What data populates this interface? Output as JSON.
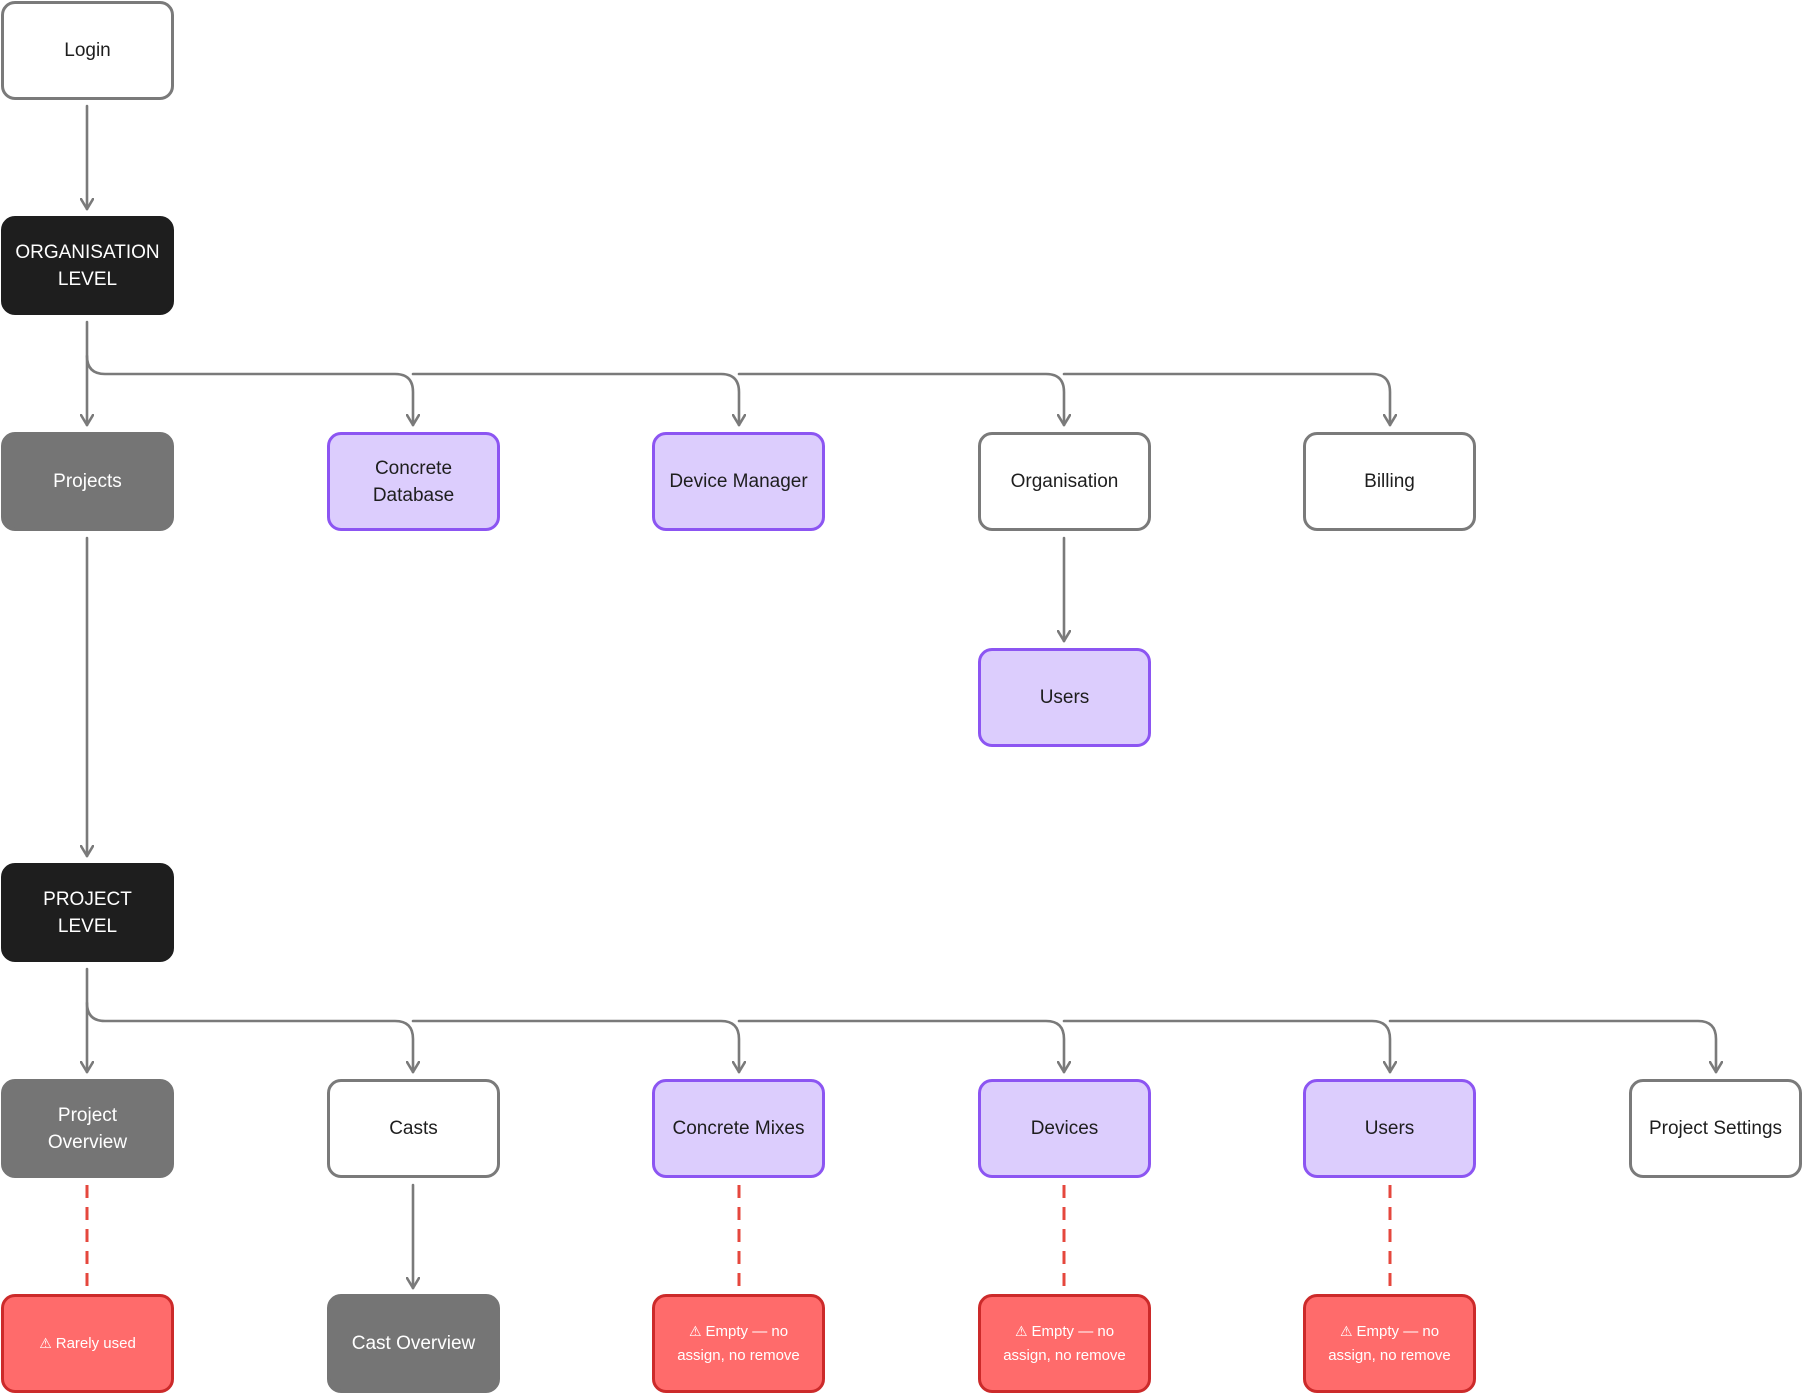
{
  "nodes": {
    "login": "Login",
    "organisation_level": "ORGANISATION LEVEL",
    "projects": "Projects",
    "concrete_database": "Concrete Database",
    "device_manager": "Device Manager",
    "organisation": "Organisation",
    "billing": "Billing",
    "org_users": "Users",
    "project_level": "PROJECT LEVEL",
    "project_overview": "Project Overview",
    "casts": "Casts",
    "concrete_mixes": "Concrete Mixes",
    "devices": "Devices",
    "project_users": "Users",
    "project_settings": "Project Settings",
    "cast_overview": "Cast Overview"
  },
  "notes": {
    "rarely_used": "Rarely used",
    "empty_concrete_mixes": "Empty — no assign, no remove",
    "empty_devices": "Empty — no assign, no remove",
    "empty_users": "Empty — no assign, no remove"
  },
  "icons": {
    "warning": "warning-icon"
  },
  "colors": {
    "connector": "#7a7a7a",
    "note_connector": "#e5473d",
    "section_node": "#1e1e1e",
    "gray_node": "#757575",
    "purple_fill": "#dccdfd",
    "purple_border": "#8c55f2",
    "note_fill": "#ff6b6b",
    "note_border": "#cc2a2a"
  }
}
